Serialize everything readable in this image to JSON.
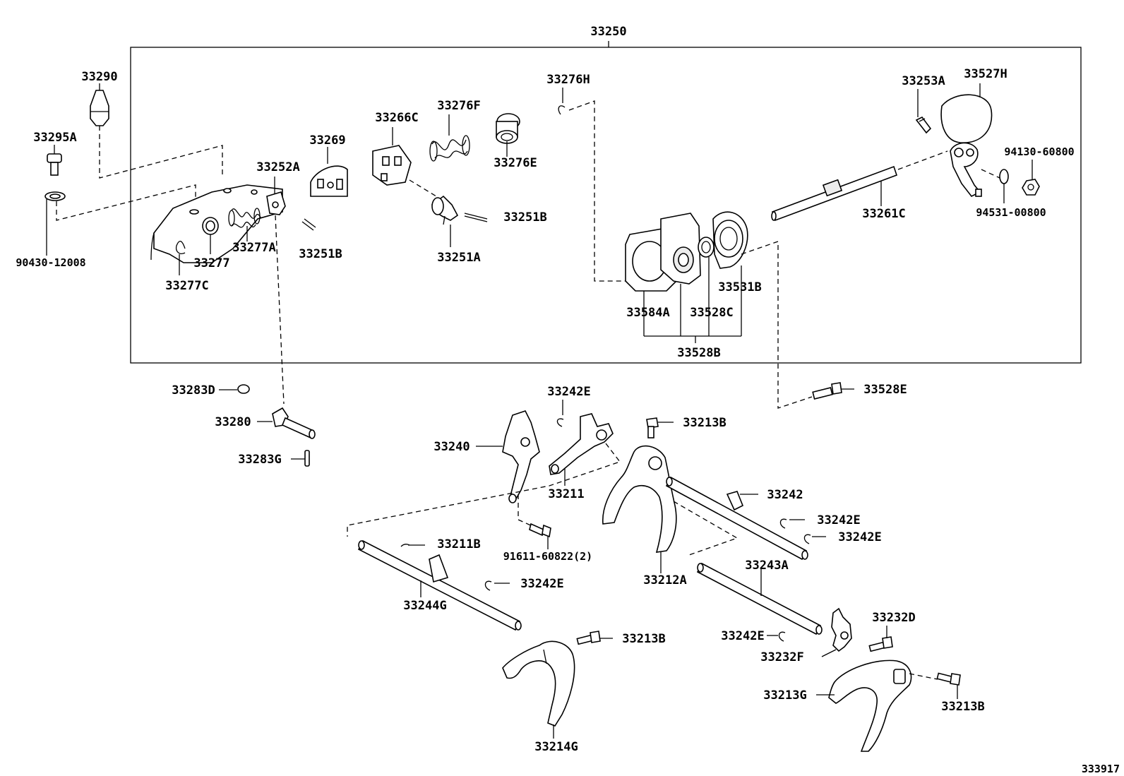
{
  "diagram": {
    "assembly_label": "33250",
    "reference_code": "333917",
    "labels": {
      "p33290": "33290",
      "p33295A": "33295A",
      "p90430_12008": "90430-12008",
      "p33269": "33269",
      "p33252A": "33252A",
      "p33277A": "33277A",
      "p33277": "33277",
      "p33277C": "33277C",
      "p33251B_a": "33251B",
      "p33266C": "33266C",
      "p33276F": "33276F",
      "p33276E": "33276E",
      "p33251B_b": "33251B",
      "p33251A": "33251A",
      "p33276H": "33276H",
      "p33584A": "33584A",
      "p33528C": "33528C",
      "p33531B": "33531B",
      "p33528B": "33528B",
      "p33253A": "33253A",
      "p33527H": "33527H",
      "p94130_60800": "94130-60800",
      "p94531_00800": "94531-00800",
      "p33261C": "33261C",
      "p33528E": "33528E",
      "p33283D": "33283D",
      "p33280": "33280",
      "p33283G": "33283G",
      "p33242E_a": "33242E",
      "p33240": "33240",
      "p33211": "33211",
      "p91611_60822": "91611-60822(2)",
      "p33213B_a": "33213B",
      "p33242": "33242",
      "p33242E_b": "33242E",
      "p33242E_c": "33242E",
      "p33212A": "33212A",
      "p33211B": "33211B",
      "p33244G": "33244G",
      "p33242E_d": "33242E",
      "p33213B_b": "33213B",
      "p33214G": "33214G",
      "p33243A": "33243A",
      "p33232D": "33232D",
      "p33242E_e": "33242E",
      "p33232F": "33232F",
      "p33213G": "33213G",
      "p33213B_c": "33213B"
    }
  }
}
